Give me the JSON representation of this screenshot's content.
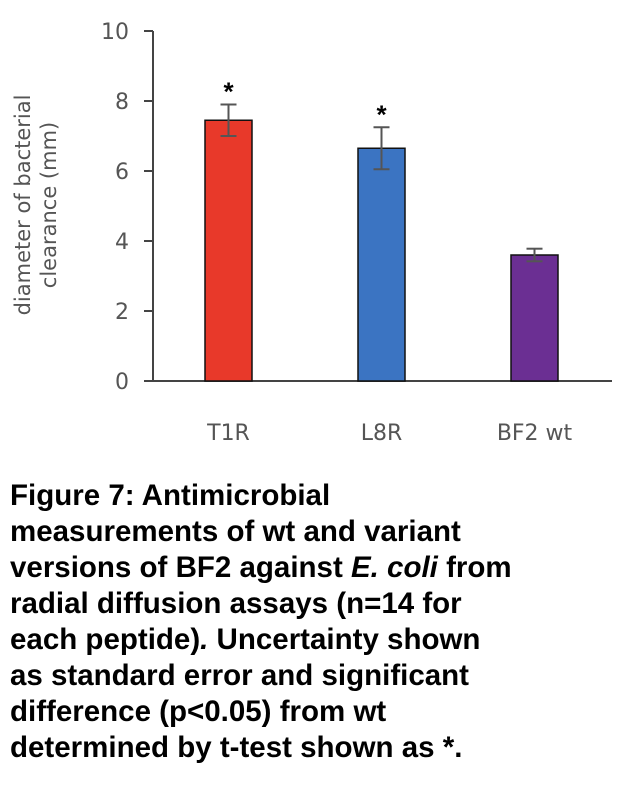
{
  "chart_data": {
    "type": "bar",
    "categories": [
      "T1R",
      "L8R",
      "BF2 wt"
    ],
    "values": [
      7.45,
      6.65,
      3.6
    ],
    "errors": [
      0.45,
      0.6,
      0.18
    ],
    "significance": [
      "*",
      "*",
      ""
    ],
    "colors": [
      "#e8392a",
      "#3b74c2",
      "#6b2f93"
    ],
    "ylabel_lines": [
      "diameter of bacterial",
      "clearance (mm)"
    ],
    "ylim": [
      0,
      10
    ],
    "yticks": [
      "0",
      "2",
      "4",
      "6",
      "8",
      "10"
    ],
    "grid": false
  },
  "caption": {
    "line1": "Figure 7: Antimicrobial",
    "line2": "measurements of wt and variant",
    "line3_pre": "versions of BF2 against ",
    "line3_species": "E. coli",
    "line3_post": " from",
    "line4": "radial diffusion assays (n=14 for",
    "line5_pre": "each peptide)",
    "line5_dot": ".",
    "line5_post": " Uncertainty shown",
    "line6": "as standard error and significant",
    "line7": "difference (p<0.05) from wt",
    "line8": "determined by t-test shown as *."
  }
}
